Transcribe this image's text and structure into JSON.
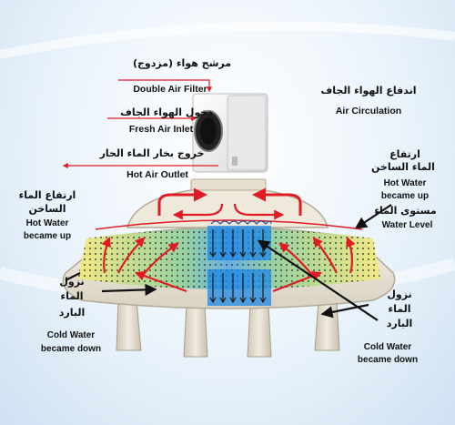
{
  "labels": {
    "double_filter_ar": "مرشح هواء (مزدوج)",
    "double_filter_en": "Double Air Filter",
    "air_circ_ar": "اندفاع الهواء الجاف",
    "air_circ_en": "Air Circulation",
    "fresh_inlet_ar": "دخول الهواء الجاف",
    "fresh_inlet_en": "Fresh Air Inlet",
    "hot_outlet_ar": "خروج بخار الماء الحار",
    "hot_outlet_en": "Hot Air Outlet",
    "hot_up_right_ar_1": "ارتفاع",
    "hot_up_right_ar_2": "الماء الساخن",
    "hot_up_right_en_1": "Hot Water",
    "hot_up_right_en_2": "became up",
    "water_level_ar": "مستوى الماء",
    "water_level_en": "Water Level",
    "hot_up_left_ar_1": "ارتفاع الماء",
    "hot_up_left_ar_2": "الساخن",
    "hot_up_left_en_1": "Hot Water",
    "hot_up_left_en_2": "became up",
    "cold_down_left_ar_1": "نزول",
    "cold_down_left_ar_2": "الماء",
    "cold_down_left_ar_3": "البارد",
    "cold_down_left_en_1": "Cold Water",
    "cold_down_left_en_2": "became down",
    "cold_down_right_ar_1": "نزول",
    "cold_down_right_ar_2": "الماء",
    "cold_down_right_ar_3": "البارد",
    "cold_down_center_en_1": "Cold Water",
    "cold_down_center_en_2": "became down"
  },
  "colors": {
    "arrow_red": "#e01b24",
    "tank_body": "#ece6d8",
    "tank_shadow": "#b9b1a0",
    "water_yellow": "#f2e36a",
    "water_blue": "#4aa0e0",
    "cold_blue": "#1e88e5"
  }
}
